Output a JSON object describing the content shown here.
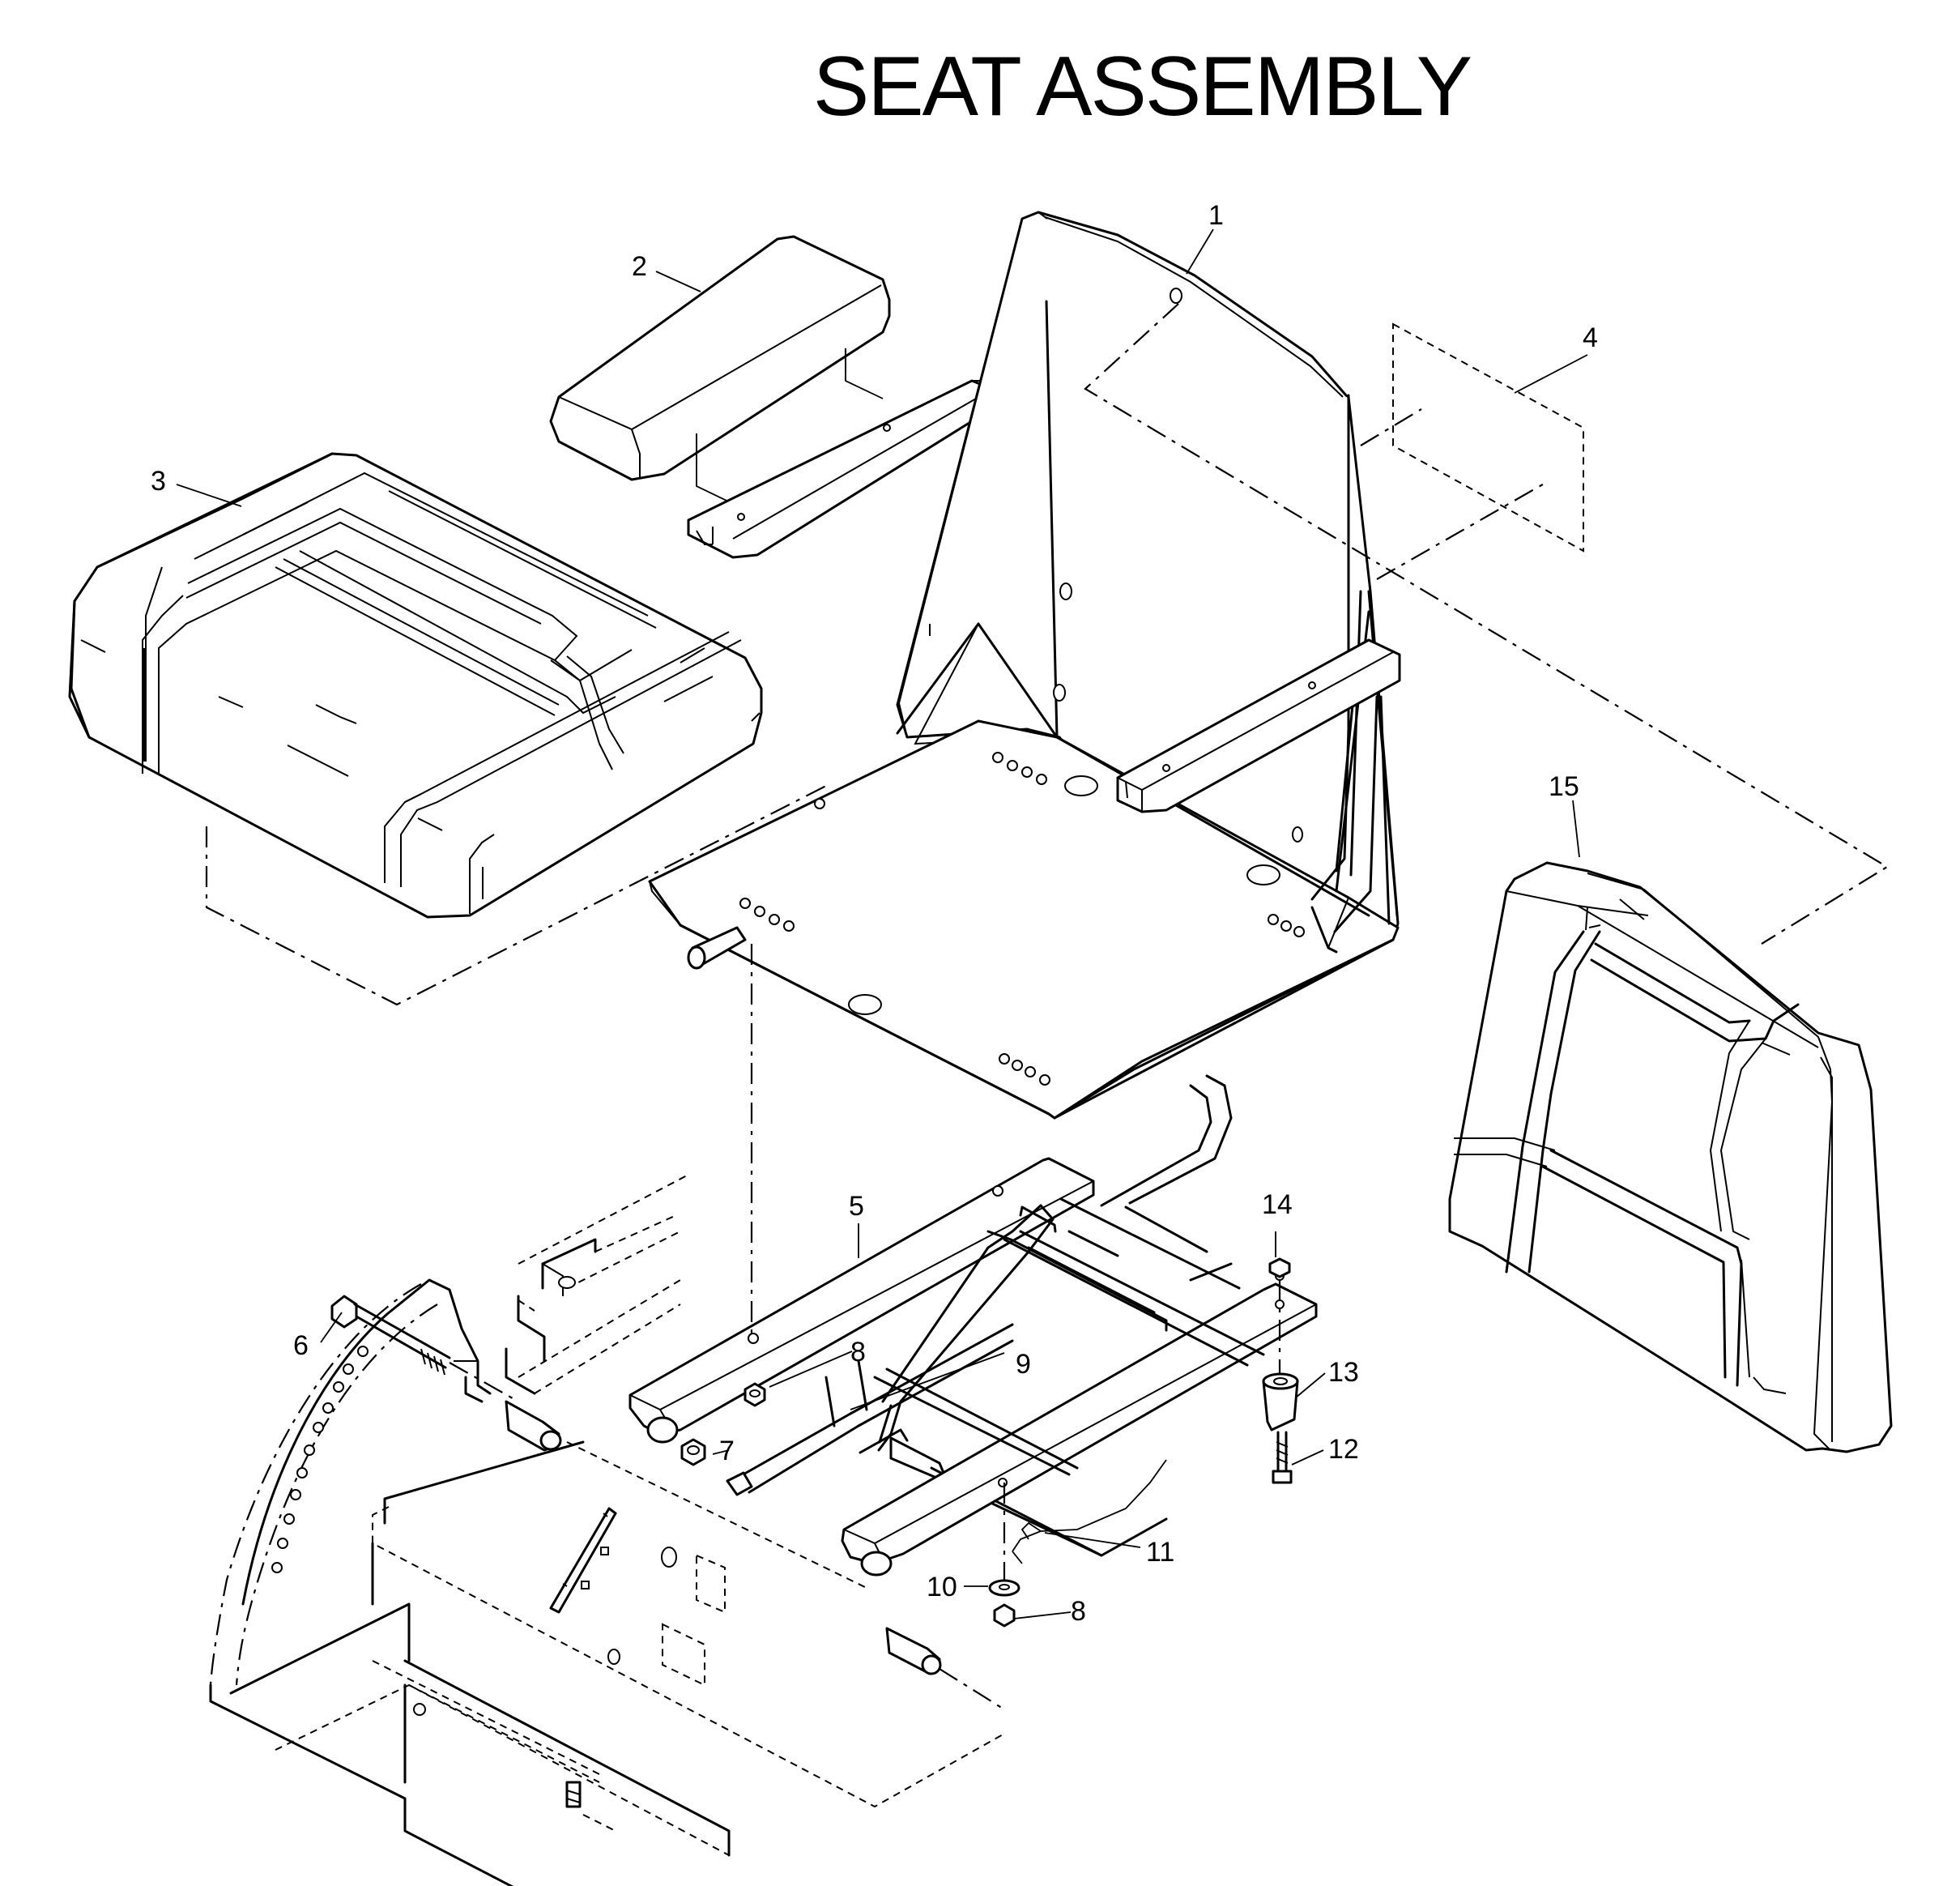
{
  "diagram": {
    "title": "SEAT ASSEMBLY",
    "callouts": [
      {
        "id": "c1",
        "text": "1"
      },
      {
        "id": "c2",
        "text": "2"
      },
      {
        "id": "c3",
        "text": "3"
      },
      {
        "id": "c4",
        "text": "4"
      },
      {
        "id": "c5",
        "text": "5"
      },
      {
        "id": "c6",
        "text": "6"
      },
      {
        "id": "c7",
        "text": "7"
      },
      {
        "id": "c8a",
        "text": "8"
      },
      {
        "id": "c8b",
        "text": "8"
      },
      {
        "id": "c9",
        "text": "9"
      },
      {
        "id": "c10",
        "text": "10"
      },
      {
        "id": "c11",
        "text": "11"
      },
      {
        "id": "c12",
        "text": "12"
      },
      {
        "id": "c13",
        "text": "13"
      },
      {
        "id": "c14",
        "text": "14"
      },
      {
        "id": "c15",
        "text": "15"
      }
    ]
  }
}
